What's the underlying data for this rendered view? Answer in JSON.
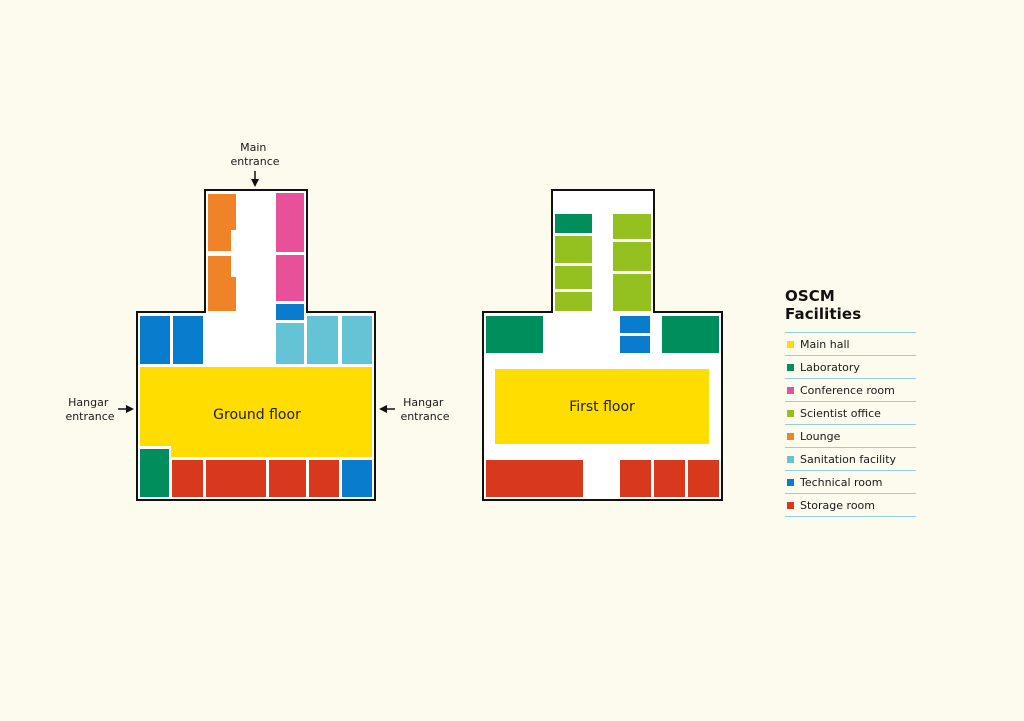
{
  "colors": {
    "main_hall": "#ffdd00",
    "laboratory": "#008e5c",
    "conference_room": "#e8519a",
    "scientist_office": "#94c11f",
    "lounge": "#f08228",
    "sanitation_facility": "#64c3d5",
    "technical_room": "#0a7ccd",
    "storage_room": "#d8381c",
    "background": "#fdfbee"
  },
  "ground_floor": {
    "label": "Ground floor",
    "main_entrance": "Main entrance",
    "main_entrance_lines": [
      "Main",
      "entrance"
    ],
    "hangar_left_lines": [
      "Hangar",
      "entrance"
    ],
    "hangar_right_lines": [
      "Hangar",
      "entrance"
    ]
  },
  "first_floor": {
    "label": "First floor"
  },
  "legend": {
    "title": "OSCM Facilities",
    "items": [
      {
        "label": "Main hall",
        "color": "#ffdd00"
      },
      {
        "label": "Laboratory",
        "color": "#008e5c"
      },
      {
        "label": "Conference room",
        "color": "#e8519a"
      },
      {
        "label": "Scientist office",
        "color": "#94c11f"
      },
      {
        "label": "Lounge",
        "color": "#f08228"
      },
      {
        "label": "Sanitation facility",
        "color": "#64c3d5"
      },
      {
        "label": "Technical room",
        "color": "#0a7ccd"
      },
      {
        "label": "Storage room",
        "color": "#d8381c"
      }
    ]
  }
}
